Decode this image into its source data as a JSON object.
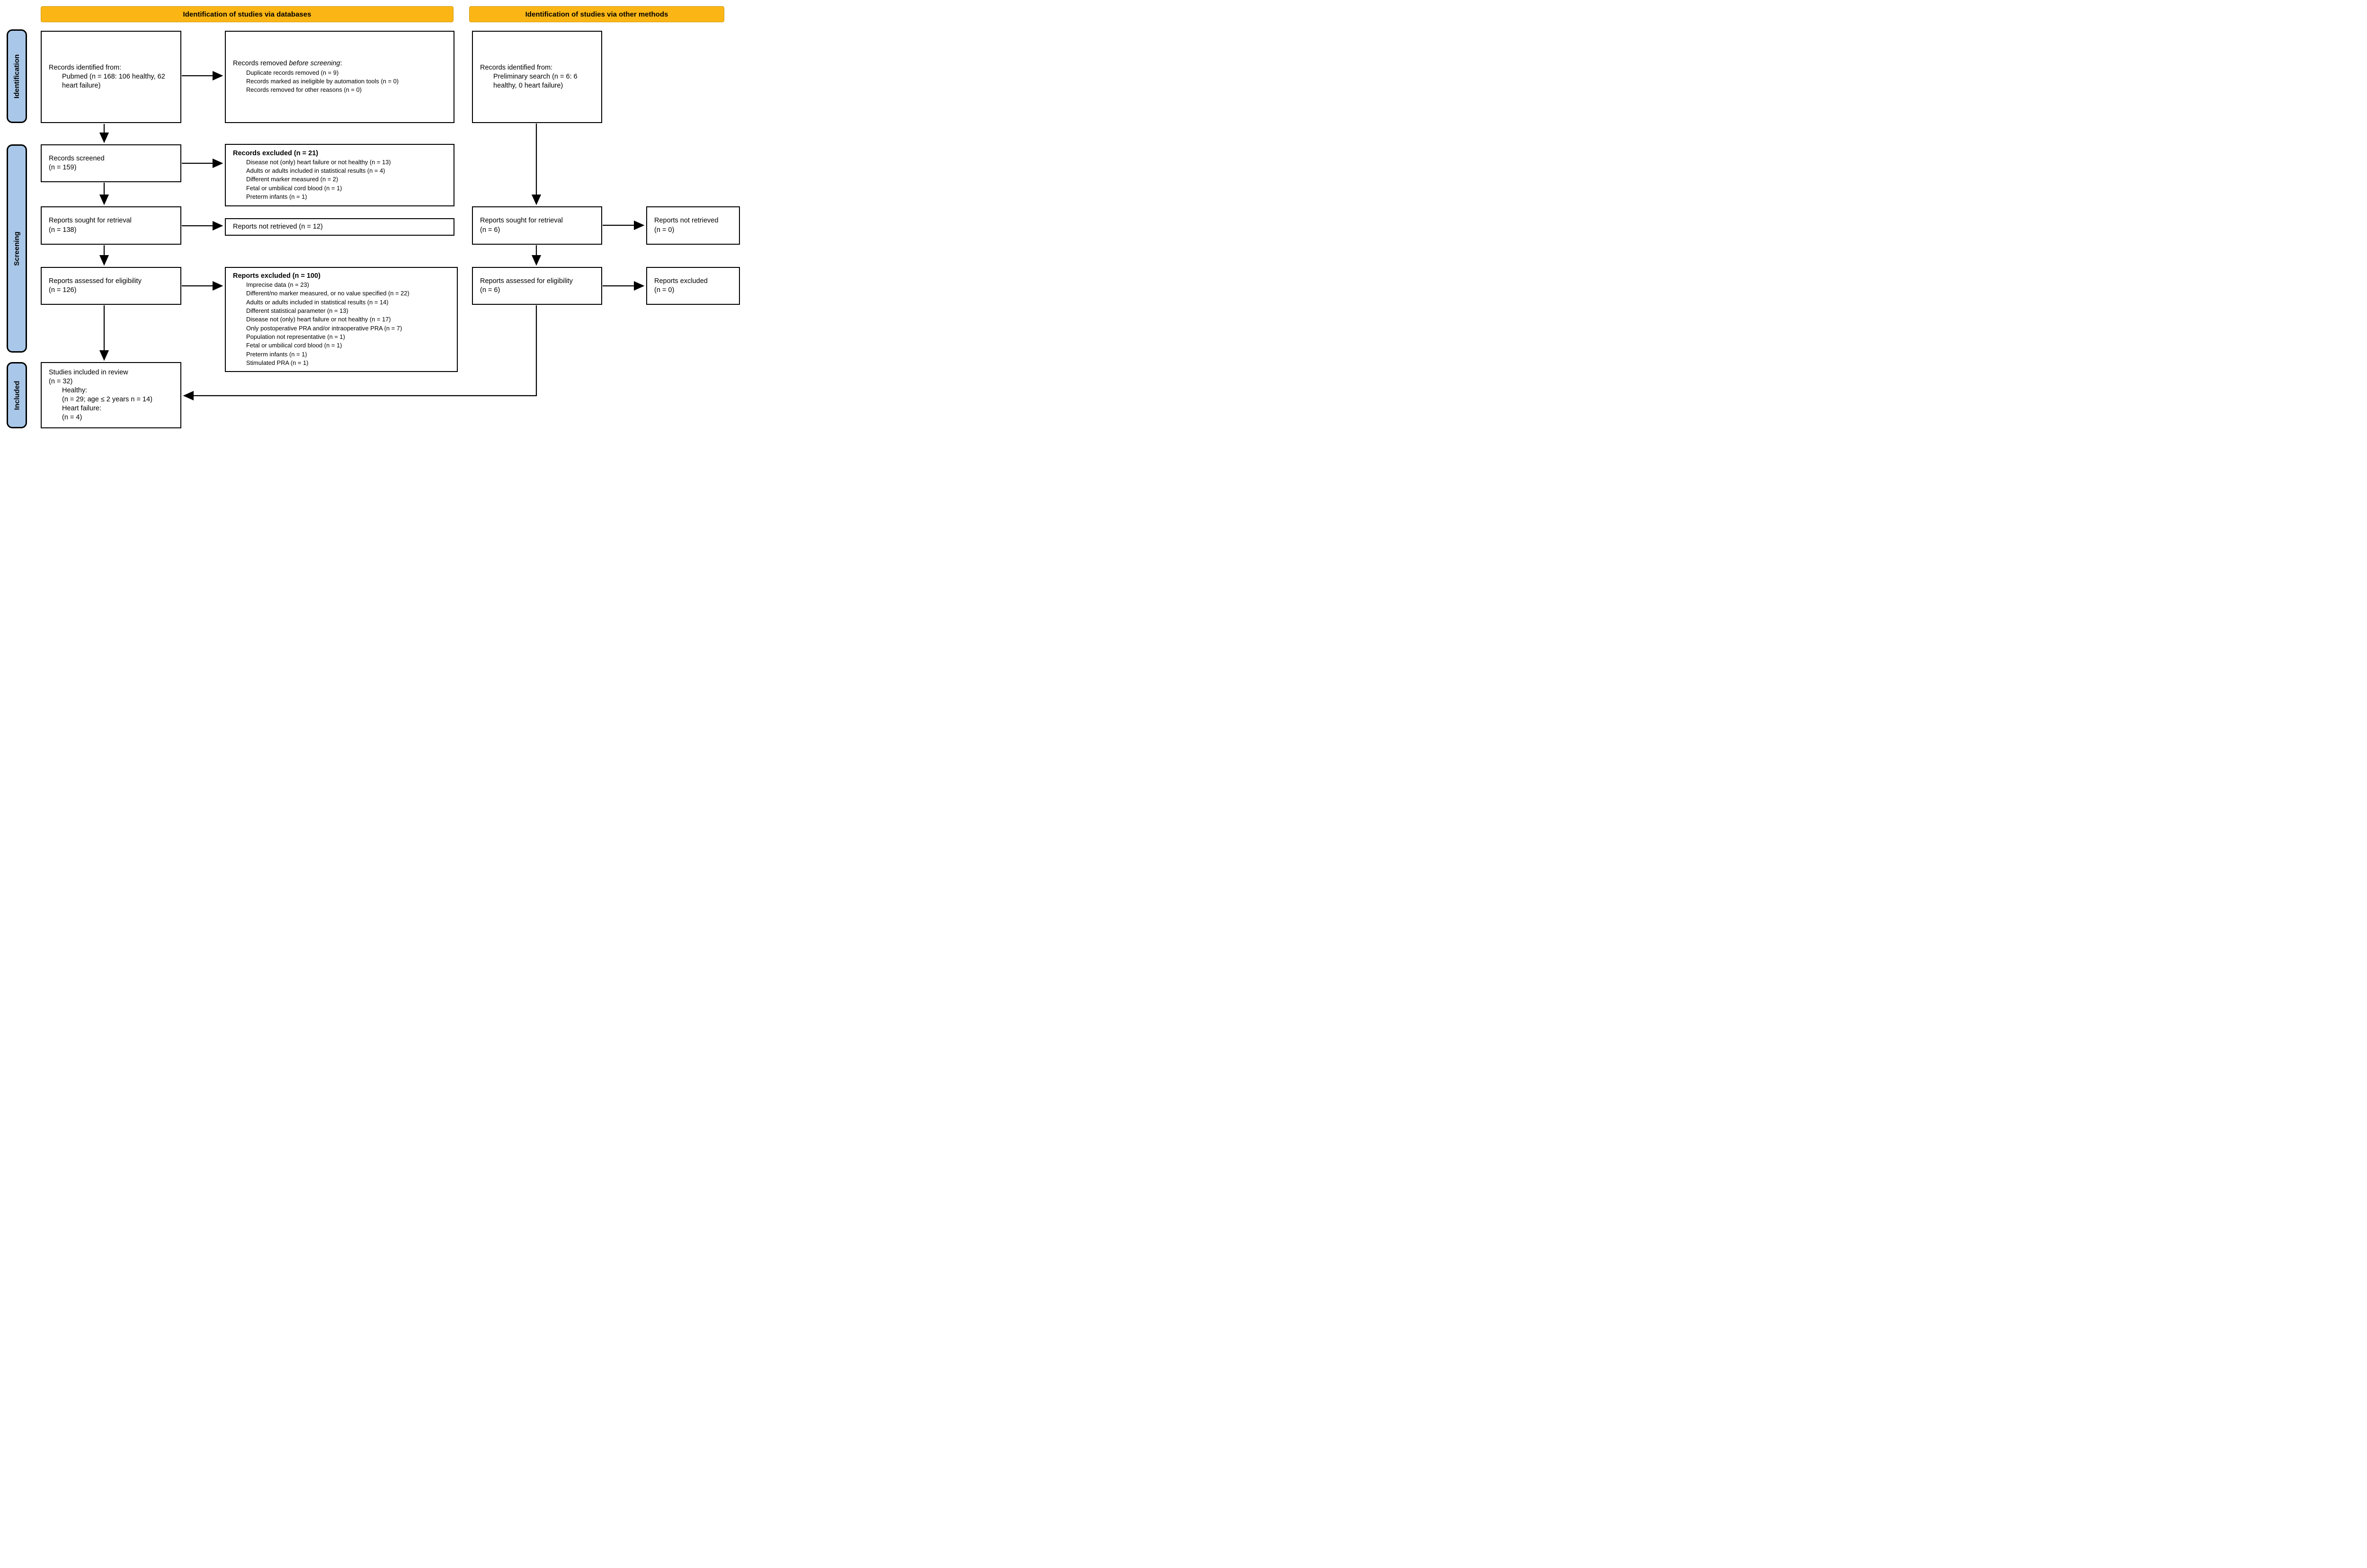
{
  "banners": {
    "databases": "Identification of studies via databases",
    "other_methods": "Identification of studies via other methods"
  },
  "stages": {
    "identification": "Identification",
    "screening": "Screening",
    "included": "Included"
  },
  "colors": {
    "banner_bg": "#FBB616",
    "banner_border": "#D19A12",
    "stage_bg": "#A9C8E9",
    "box_border": "#000000",
    "arrow": "#000000"
  },
  "boxes": {
    "records_identified_db": {
      "heading": "Records identified from:",
      "detail": "Pubmed (n = 168: 106 healthy, 62 heart failure)"
    },
    "records_removed": {
      "prefix": "Records removed ",
      "italic": "before screening",
      "suffix": ":",
      "items": [
        "Duplicate records removed (n = 9)",
        "Records marked as ineligible by automation tools (n = 0)",
        "Records removed for other reasons (n = 0)"
      ]
    },
    "records_identified_other": {
      "heading": "Records identified from:",
      "detail": "Preliminary search (n = 6: 6 healthy, 0 heart failure)"
    },
    "records_screened": {
      "text": "Records screened",
      "count": "(n = 159)"
    },
    "records_excluded": {
      "heading": "Records excluded (n = 21)",
      "items": [
        "Disease not (only) heart failure or not healthy (n = 13)",
        "Adults or adults included in statistical results (n = 4)",
        "Different marker measured (n = 2)",
        "Fetal or umbilical cord blood (n = 1)",
        "Preterm infants (n = 1)"
      ]
    },
    "reports_sought_db": {
      "text": "Reports sought for retrieval",
      "count": "(n = 138)"
    },
    "reports_not_retrieved_db": {
      "text": "Reports not retrieved (n = 12)"
    },
    "reports_assessed_db": {
      "text": "Reports assessed for eligibility",
      "count": "(n = 126)"
    },
    "reports_excluded_db": {
      "heading": "Reports excluded (n = 100)",
      "items": [
        "Imprecise data (n = 23)",
        "Different/no marker measured, or no value specified (n = 22)",
        "Adults or adults included in statistical results (n = 14)",
        "Different statistical parameter (n = 13)",
        "Disease not (only) heart failure or not healthy (n = 17)",
        "Only postoperative PRA and/or intraoperative PRA (n = 7)",
        "Population not representative (n = 1)",
        "Fetal or umbilical cord blood (n = 1)",
        "Preterm infants (n = 1)",
        "Stimulated PRA (n = 1)"
      ]
    },
    "reports_sought_other": {
      "text": "Reports sought for retrieval",
      "count": "(n = 6)"
    },
    "reports_not_retrieved_other": {
      "text": "Reports not retrieved",
      "count": "(n = 0)"
    },
    "reports_assessed_other": {
      "text": "Reports assessed for eligibility",
      "count": "(n = 6)"
    },
    "reports_excluded_other": {
      "text": "Reports excluded",
      "count": "(n = 0)"
    },
    "studies_included": {
      "line1": "Studies included in review",
      "line2": "(n = 32)",
      "sub1": "Healthy:",
      "sub2": "(n = 29; age ≤ 2 years n = 14)",
      "sub3": "Heart failure:",
      "sub4": "(n = 4)"
    }
  }
}
